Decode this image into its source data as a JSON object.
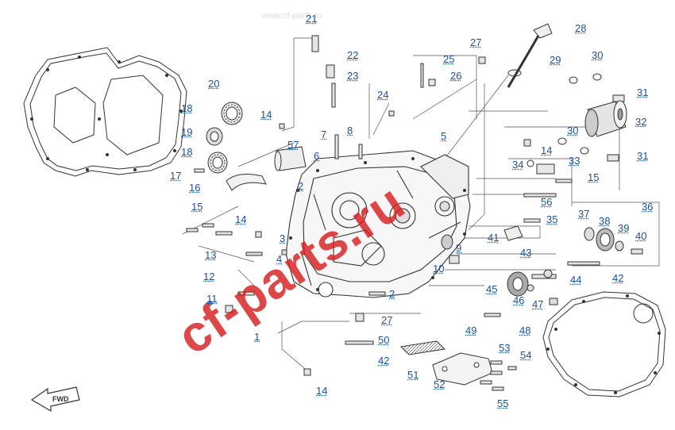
{
  "diagram": {
    "callouts": [
      "1",
      "2",
      "2",
      "3",
      "4",
      "5",
      "6",
      "7",
      "8",
      "9",
      "10",
      "11",
      "12",
      "13",
      "14",
      "14",
      "14",
      "14",
      "15",
      "15",
      "16",
      "17",
      "18",
      "18",
      "19",
      "20",
      "21",
      "22",
      "23",
      "24",
      "25",
      "26",
      "27",
      "27",
      "28",
      "29",
      "30",
      "30",
      "31",
      "31",
      "32",
      "33",
      "34",
      "35",
      "36",
      "37",
      "38",
      "39",
      "40",
      "41",
      "42",
      "42",
      "43",
      "44",
      "45",
      "46",
      "47",
      "48",
      "49",
      "50",
      "51",
      "52",
      "53",
      "54",
      "55",
      "56",
      "57"
    ]
  },
  "direction_badge": {
    "label": "FWD"
  },
  "watermark": {
    "text": "cf-parts.ru",
    "color": "#d61919",
    "subtext": "www.cf-parts.ru"
  },
  "colors": {
    "callout": "#1d4f9c",
    "line": "#444444"
  }
}
